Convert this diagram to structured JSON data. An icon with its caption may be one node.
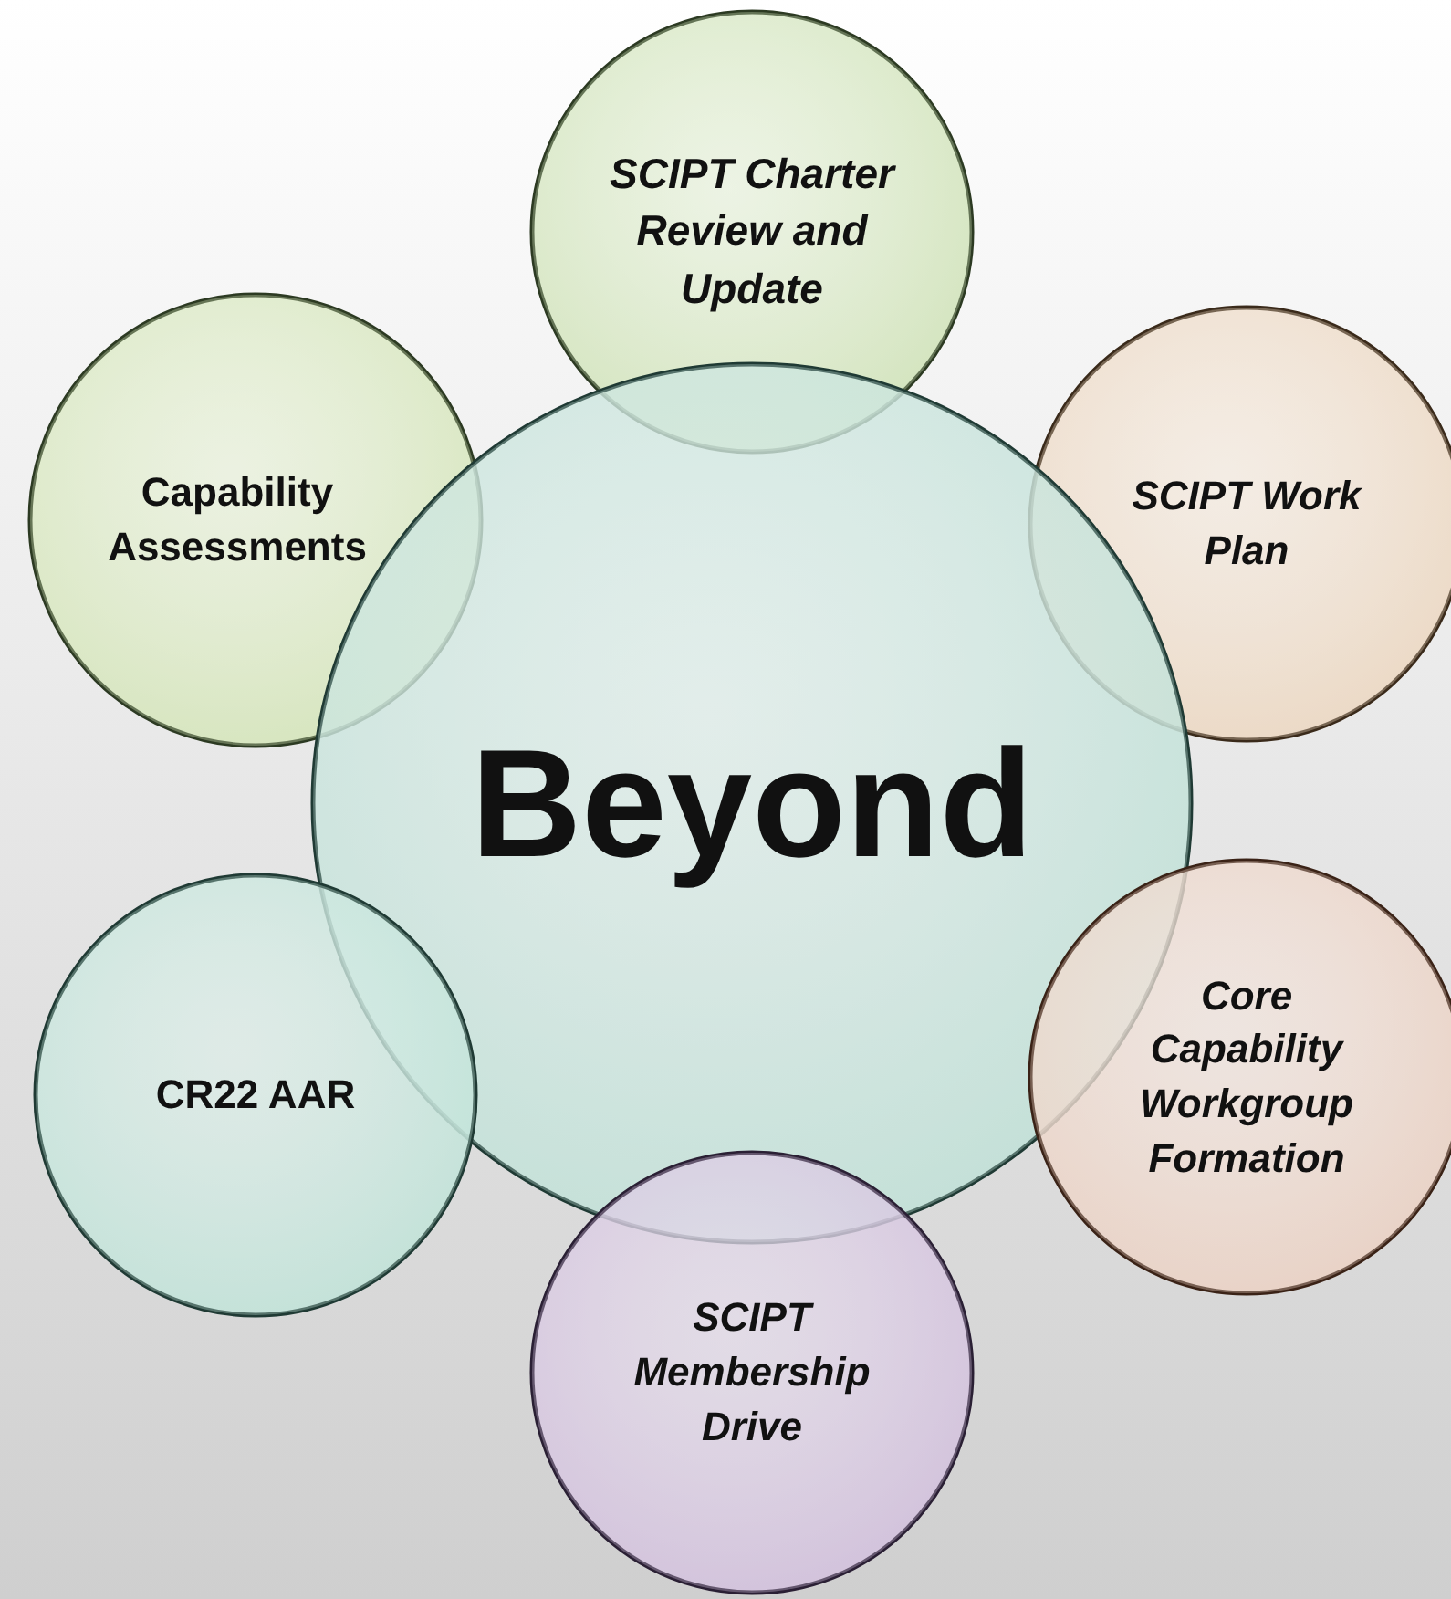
{
  "diagram": {
    "nodes": [
      {
        "text": [
          "SCIPT Charter Review and Update"
        ]
      },
      {
        "text": [
          "Capability Assessments"
        ]
      },
      {
        "text": [
          "SCIPT Work Plan"
        ]
      },
      {
        "text": [
          "Beyond"
        ]
      },
      {
        "text": [
          "CR22 AAR"
        ]
      },
      {
        "text": [
          "Core Capability Workgroup Formation"
        ]
      },
      {
        "text": [
          "SCIPT Membership Drive"
        ]
      }
    ]
  }
}
